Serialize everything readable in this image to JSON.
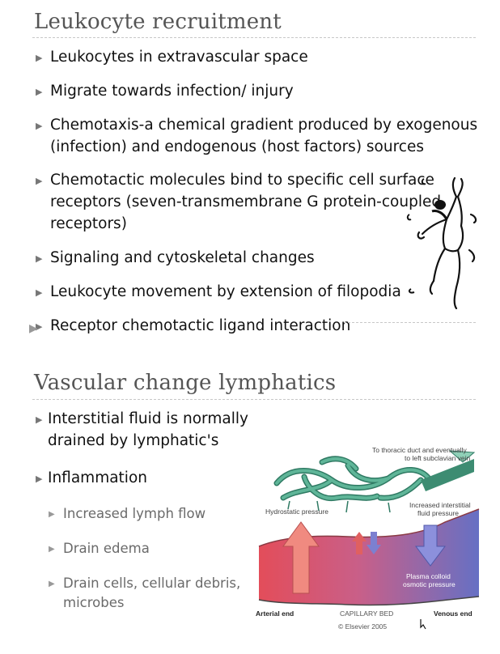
{
  "slide1": {
    "title": "Leukocyte recruitment",
    "bullets": [
      "Leukocytes in extravascular space",
      "Migrate towards infection/ injury",
      "Chemotaxis-a chemical gradient produced by exogenous",
      "(infection) and endogenous (host factors) sources",
      "Chemotactic molecules bind to specific cell surface",
      "receptors (seven-transmembrane G protein-coupled",
      "receptors)",
      "Signaling and cytoskeletal changes",
      "Leukocyte movement by extension of filopodia",
      "Receptor chemotactic ligand interaction"
    ]
  },
  "slide2": {
    "title": "Vascular change lymphatics",
    "bullets": [
      "Interstitial fluid is normally",
      "drained by lymphatic's",
      "Inflammation"
    ],
    "sub_bullets": [
      "Increased lymph flow",
      "Drain edema",
      "Drain cells, cellular debris,",
      "microbes"
    ],
    "diagram": {
      "top_note_1": "To thoracic duct and eventually",
      "top_note_2": "to left subclavian vein",
      "hydrostatic": "Hydrostatic pressure",
      "interstitial_1": "Increased interstitial",
      "interstitial_2": "fluid pressure",
      "plasma_1": "Plasma colloid",
      "plasma_2": "osmotic pressure",
      "arterial": "Arterial end",
      "capillary": "CAPILLARY BED",
      "venous": "Venous end",
      "copyright": "© Elsevier 2005"
    }
  },
  "colors": {
    "lymph": "#4a9a80",
    "arterial": "#e05560",
    "venous": "#6f74c4"
  },
  "icons": [
    "triangle-bullet-icon",
    "climber-figure-icon"
  ]
}
